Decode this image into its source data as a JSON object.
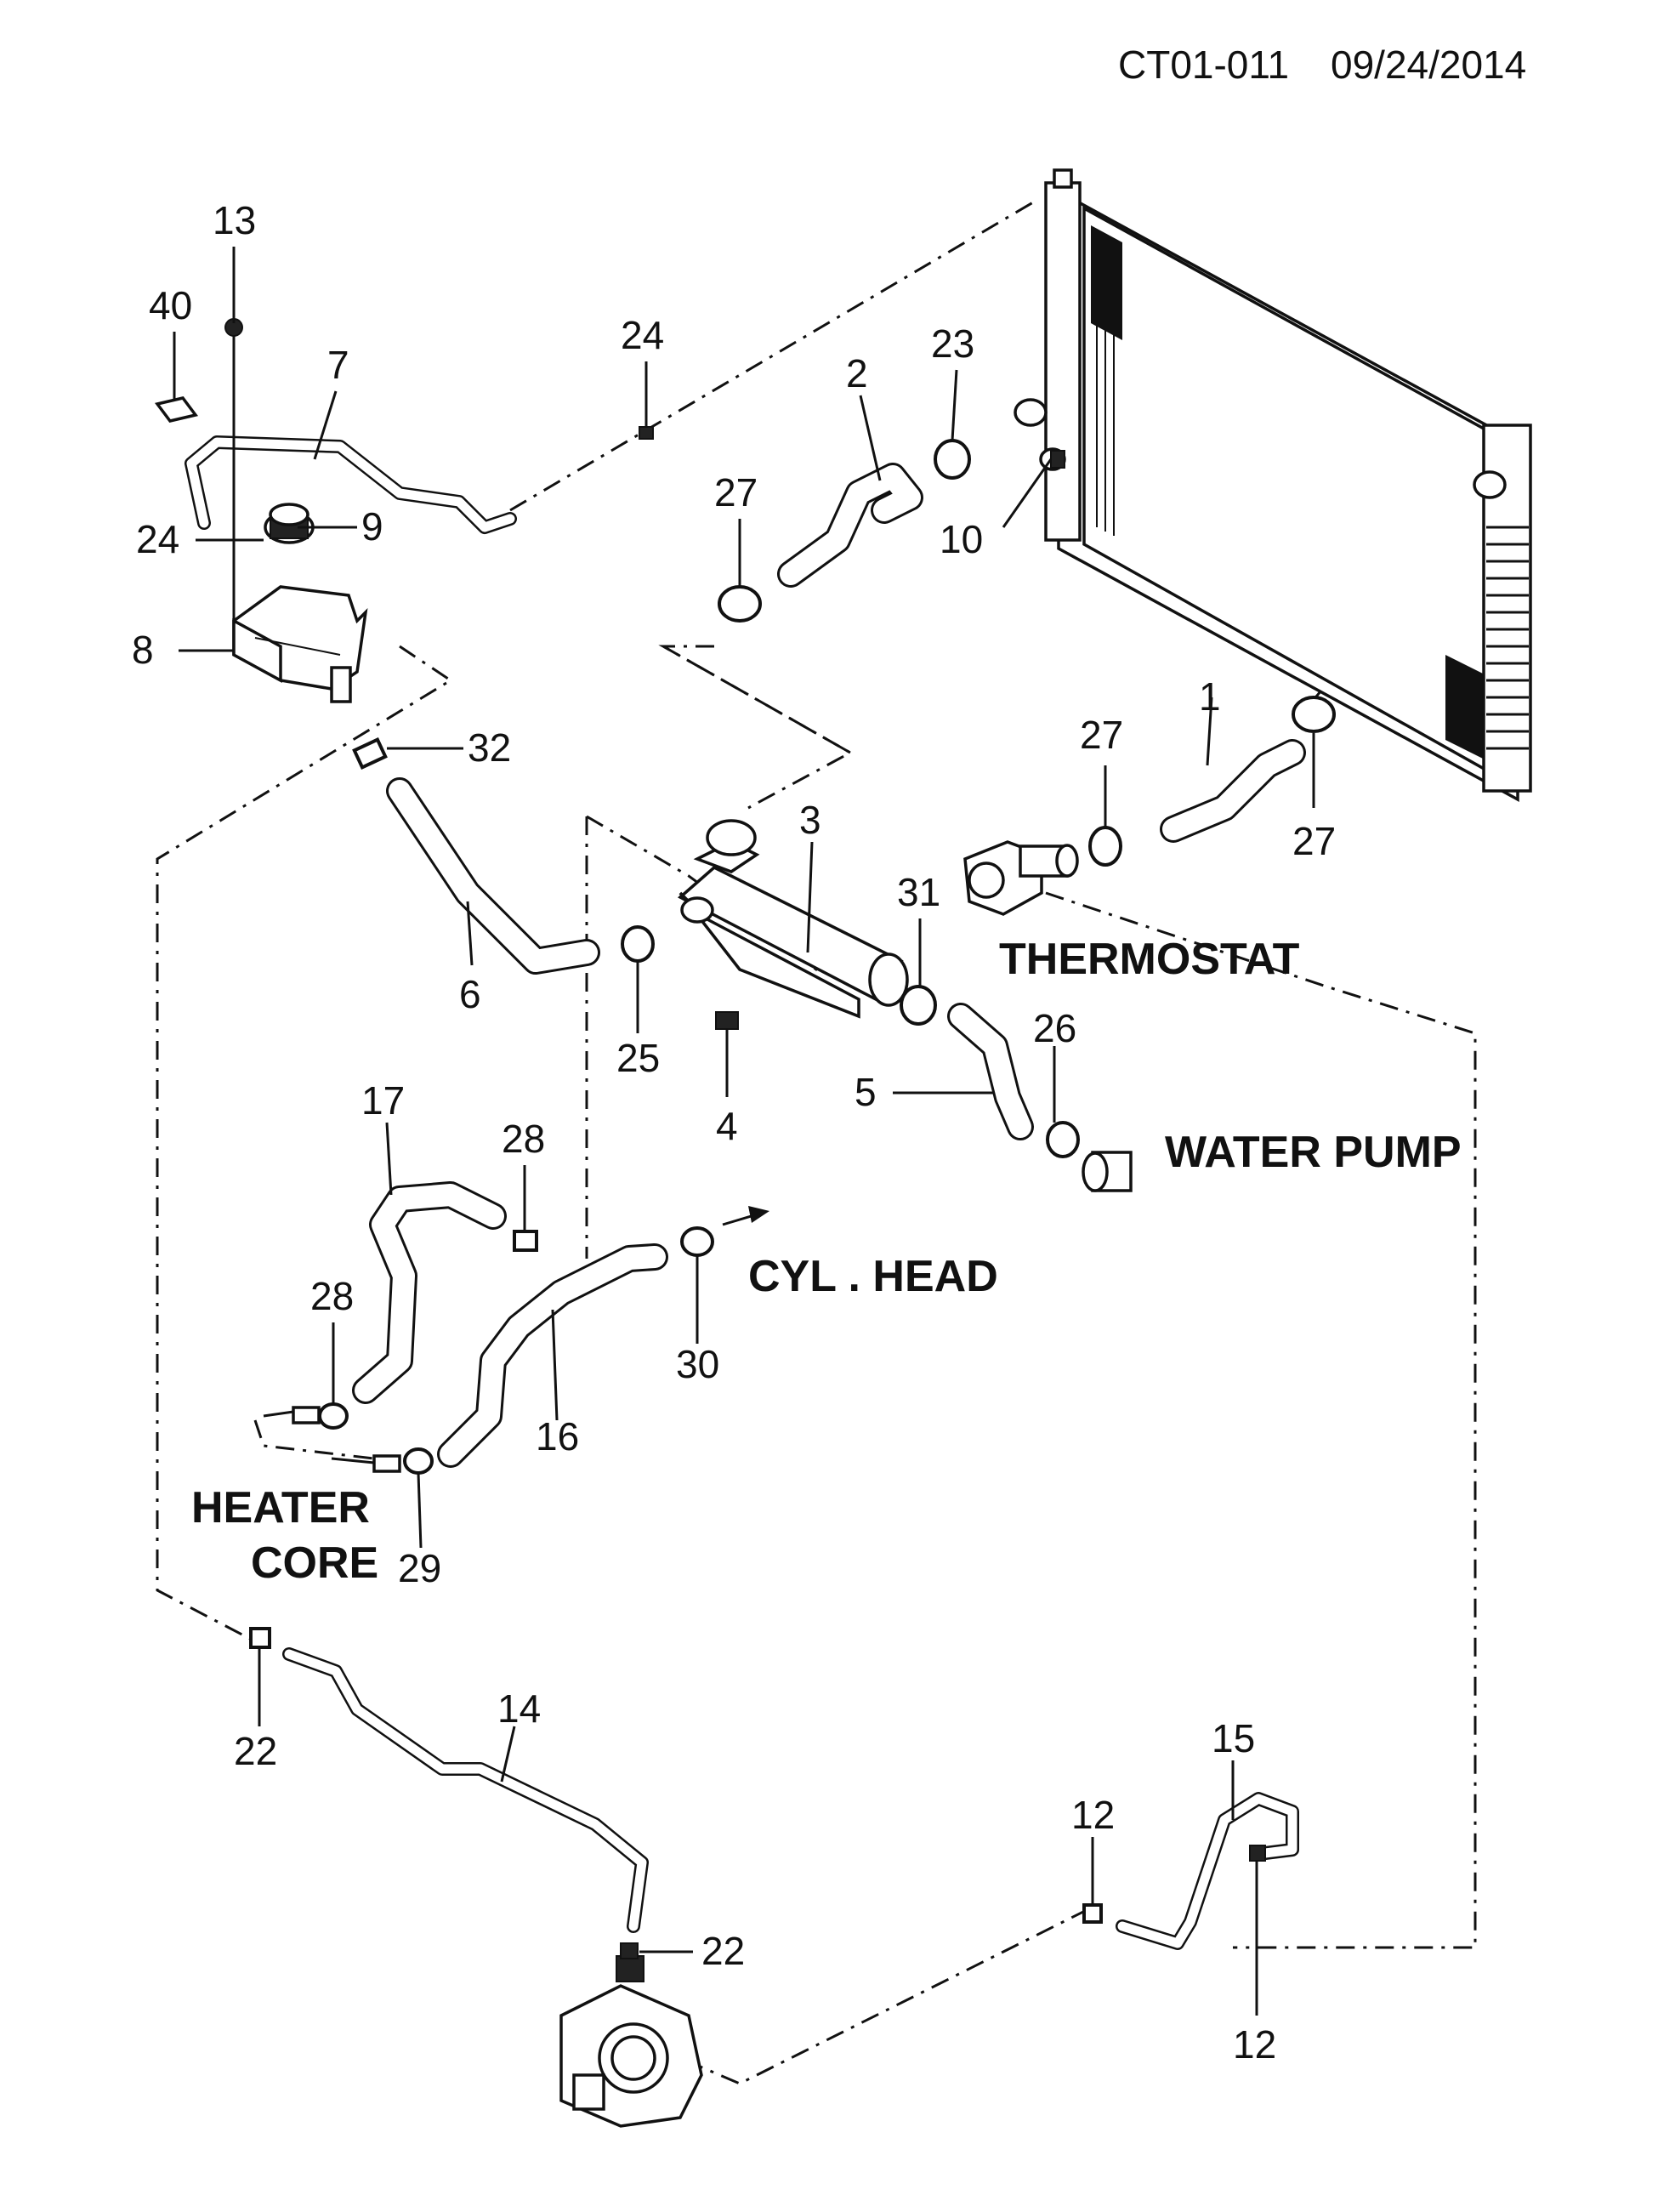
{
  "header": {
    "code": "CT01-011",
    "date": "09/24/2014"
  },
  "labels": {
    "thermostat": "THERMOSTAT",
    "water_pump": "WATER PUMP",
    "cyl_head": "CYL . HEAD",
    "heater": "HEATER",
    "core": "CORE"
  },
  "callouts": {
    "n1": "1",
    "n2": "2",
    "n3": "3",
    "n4": "4",
    "n5": "5",
    "n6": "6",
    "n7": "7",
    "n8": "8",
    "n9": "9",
    "n10": "10",
    "n12a": "12",
    "n12b": "12",
    "n13": "13",
    "n14": "14",
    "n15": "15",
    "n16": "16",
    "n17": "17",
    "n22a": "22",
    "n22b": "22",
    "n23": "23",
    "n24a": "24",
    "n24b": "24",
    "n25": "25",
    "n26": "26",
    "n27a": "27",
    "n27b": "27",
    "n27c": "27",
    "n28a": "28",
    "n28b": "28",
    "n29": "29",
    "n30": "30",
    "n31": "31",
    "n32": "32",
    "n40": "40"
  }
}
